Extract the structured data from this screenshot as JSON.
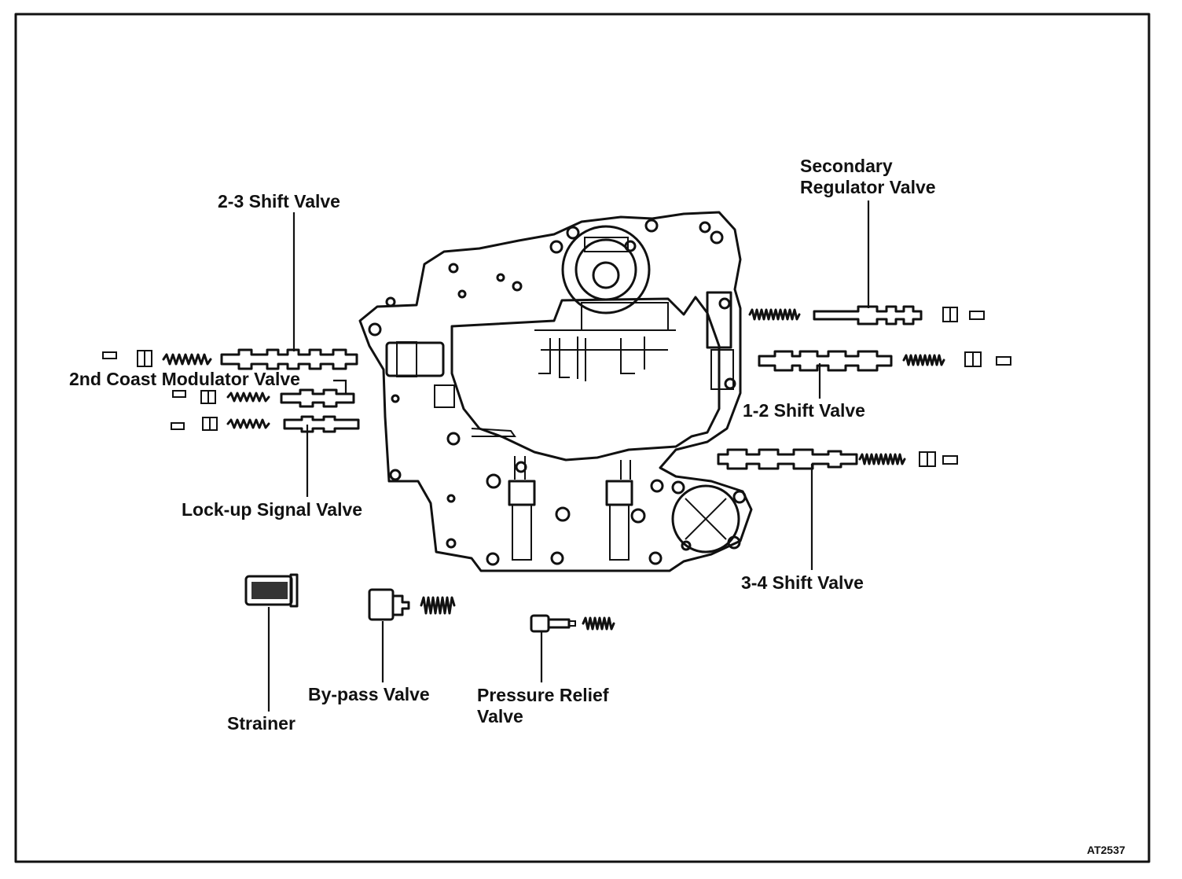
{
  "labels": {
    "secondary_regulator_line1": "Secondary",
    "secondary_regulator_line2": "Regulator Valve",
    "shift_2_3": "2-3 Shift Valve",
    "second_coast_modulator": "2nd Coast Modulator Valve",
    "shift_1_2": "1-2 Shift Valve",
    "lock_up_signal": "Lock-up Signal Valve",
    "shift_3_4": "3-4 Shift Valve",
    "strainer": "Strainer",
    "bypass": "By-pass Valve",
    "pressure_relief_line1": "Pressure Relief",
    "pressure_relief_line2": "Valve"
  },
  "figure_code": "AT2537",
  "colors": {
    "ink": "#111111",
    "paper": "#ffffff"
  }
}
